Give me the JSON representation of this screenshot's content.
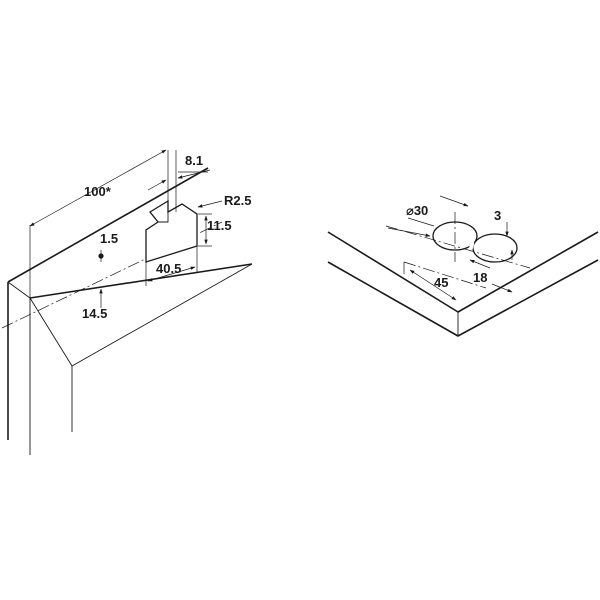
{
  "dimensions": {
    "length_100": "100*",
    "gap_8_1": "8.1",
    "radius": "R2.5",
    "height_11_5": "11.5",
    "hole_1_5": "1.5",
    "width_40_5": "40.5",
    "offset_14_5": "14.5",
    "diameter_30": "⌀30",
    "offset_3": "3",
    "dist_45": "45",
    "dist_18": "18"
  },
  "colors": {
    "line": "#1a1a1a",
    "background": "#ffffff"
  }
}
